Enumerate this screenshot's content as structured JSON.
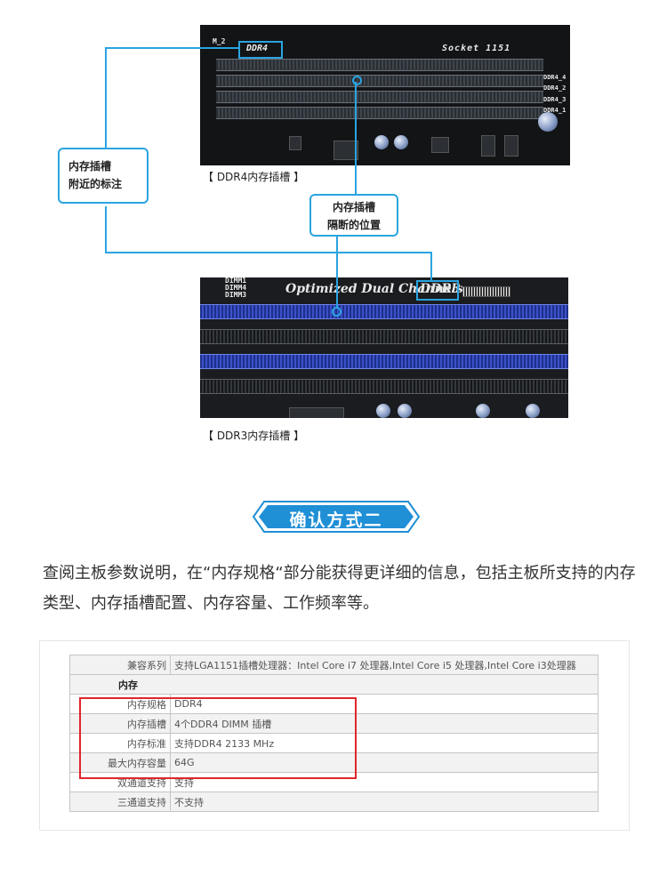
{
  "colors": {
    "accent": "#2aa4e0",
    "banner_blue": "#1f8fd6",
    "highlight_red": "#e0262b",
    "ddr3_slot_blue": "#3a52c8"
  },
  "photos": {
    "ddr4": {
      "silkscreen_ddr4": "DDR4",
      "silkscreen_socket": "Socket 1151",
      "silkscreen_m2": "M_2",
      "slot_labels": [
        "DDR4_4",
        "DDR4_2",
        "DDR4_3",
        "DDR4_1"
      ],
      "caption": "【 DDR4内存插槽 】"
    },
    "ddr3": {
      "silkscreen_dimms": [
        "DIMM1",
        "DIMM4",
        "DIMM3"
      ],
      "silkscreen_title": "Optimized Dual Channels",
      "silkscreen_ddr3": "DDR3",
      "caption": "【 DDR3内存插槽 】"
    }
  },
  "callouts": {
    "label_near_slot": {
      "line1": "内存插槽",
      "line2": "附近的标注"
    },
    "slot_gap": {
      "line1": "内存插槽",
      "line2": "隔断的位置"
    }
  },
  "banner": {
    "text": "确认方式二"
  },
  "paragraph": "查阅主板参数说明，在“内存规格“部分能获得更详细的信息，包括主板所支持的内存类型、内存插槽配置、内存容量、工作频率等。",
  "spec_table": {
    "compat_label": "兼容系列",
    "compat_value": "支持LGA1151插槽处理器：Intel Core i7 处理器,Intel Core i5 处理器,Intel Core i3处理器",
    "section_title": "内存",
    "rows": [
      {
        "label": "内存规格",
        "value": "DDR4"
      },
      {
        "label": "内存插槽",
        "value": "4个DDR4 DIMM 插槽"
      },
      {
        "label": "内存标准",
        "value": "支持DDR4 2133 MHz"
      },
      {
        "label": "最大内存容量",
        "value": "64G"
      },
      {
        "label": "双通道支持",
        "value": "支持"
      },
      {
        "label": "三通道支持",
        "value": "不支持"
      }
    ]
  }
}
